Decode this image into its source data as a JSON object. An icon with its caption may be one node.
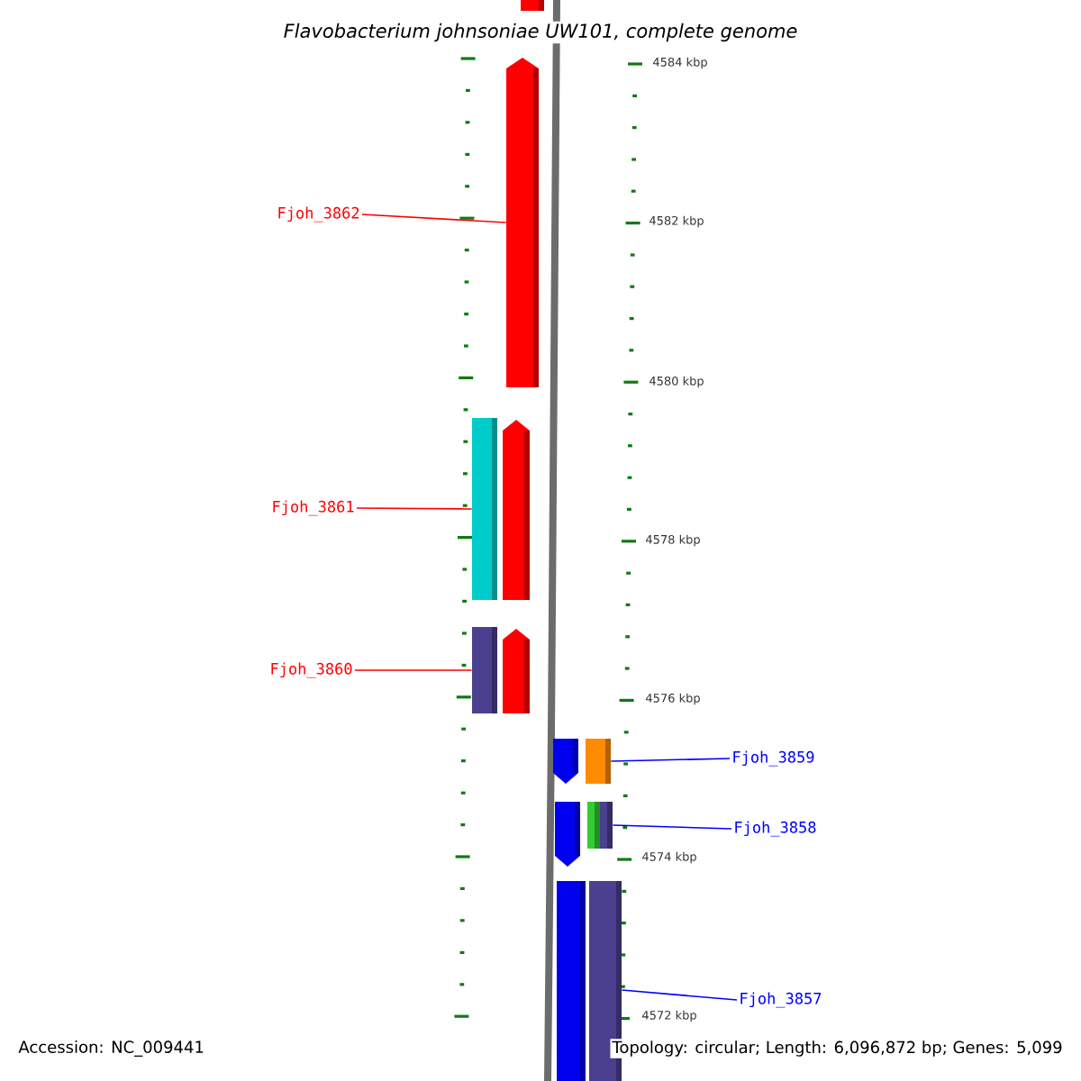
{
  "diagram": {
    "title": "*Flavobacterium johnsoniae* UW101, complete genome",
    "nodes": [
      {
        "text": [
          "Fjoh_3862"
        ]
      },
      {
        "text": [
          "Fjoh_3861"
        ]
      },
      {
        "text": [
          "Fjoh_3860"
        ]
      },
      {
        "text": [
          "Fjoh_3859"
        ]
      },
      {
        "text": [
          "Fjoh_3858"
        ]
      },
      {
        "text": [
          "Fjoh_3857"
        ]
      },
      {
        "text": [],
        "shape": "bar"
      },
      {
        "text": [],
        "shape": "bar"
      },
      {
        "text": [],
        "shape": "bar"
      },
      {
        "text": [],
        "shape": "bar"
      },
      {
        "text": [],
        "shape": "bar"
      },
      {
        "text": [],
        "shape": "bar"
      },
      {
        "text": [],
        "shape": "bar"
      },
      {
        "text": [],
        "shape": "bar"
      },
      {
        "text": [],
        "shape": "bar"
      },
      {
        "text": [],
        "shape": "bar"
      },
      {
        "text": [],
        "shape": "bar"
      },
      {
        "text": [],
        "shape": "bar"
      },
      {
        "text": [],
        "shape": "bar"
      }
    ],
    "edges": [
      {
        "from": 0,
        "to": 7,
        "arrow": "none",
        "color": "#ff0000"
      },
      {
        "from": 1,
        "to": 8,
        "arrow": "none",
        "color": "#ff0000"
      },
      {
        "from": 2,
        "to": 10,
        "arrow": "none",
        "color": "#ff0000"
      },
      {
        "from": 3,
        "to": 13,
        "arrow": "none",
        "color": "#0000ff"
      },
      {
        "from": 4,
        "to": 16,
        "arrow": "none",
        "color": "#0000ff"
      },
      {
        "from": 5,
        "to": 18,
        "arrow": "none",
        "color": "#0000ff"
      }
    ],
    "labels": [
      "4584 kbp",
      "4582 kbp",
      "4580 kbp",
      "4578 kbp",
      "4576 kbp",
      "4574 kbp",
      "4572 kbp",
      "Accession: NC_009441",
      "Topology: circular; Length: 6,096,872 bp; Genes: 5,099"
    ]
  }
}
